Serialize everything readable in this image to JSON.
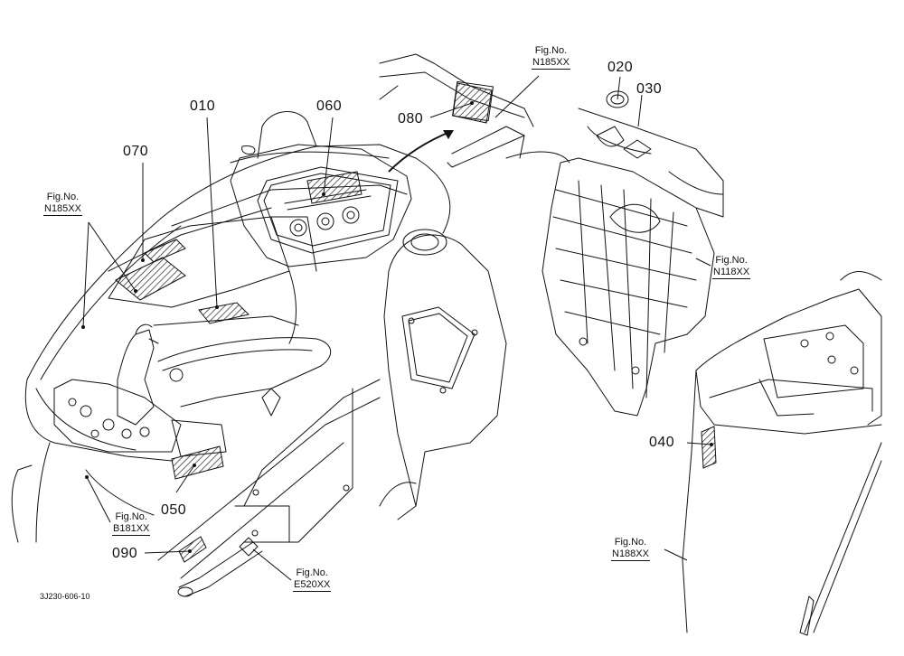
{
  "diagram_id": "3J230-606-10",
  "fig_prefix": "Fig.No.",
  "colors": {
    "line": "#111111",
    "background": "#ffffff",
    "hatch": "#222222"
  },
  "parts": [
    {
      "id": "p010",
      "number": "010"
    },
    {
      "id": "p020",
      "number": "020"
    },
    {
      "id": "p030",
      "number": "030"
    },
    {
      "id": "p040",
      "number": "040"
    },
    {
      "id": "p050",
      "number": "050"
    },
    {
      "id": "p060",
      "number": "060"
    },
    {
      "id": "p070",
      "number": "070"
    },
    {
      "id": "p080",
      "number": "080"
    },
    {
      "id": "p090",
      "number": "090"
    }
  ],
  "fig_refs": [
    {
      "id": "f1",
      "code": "N185XX"
    },
    {
      "id": "f2",
      "code": "N185XX"
    },
    {
      "id": "f3",
      "code": "N118XX"
    },
    {
      "id": "f4",
      "code": "B181XX"
    },
    {
      "id": "f5",
      "code": "E520XX"
    },
    {
      "id": "f6",
      "code": "N188XX"
    }
  ]
}
